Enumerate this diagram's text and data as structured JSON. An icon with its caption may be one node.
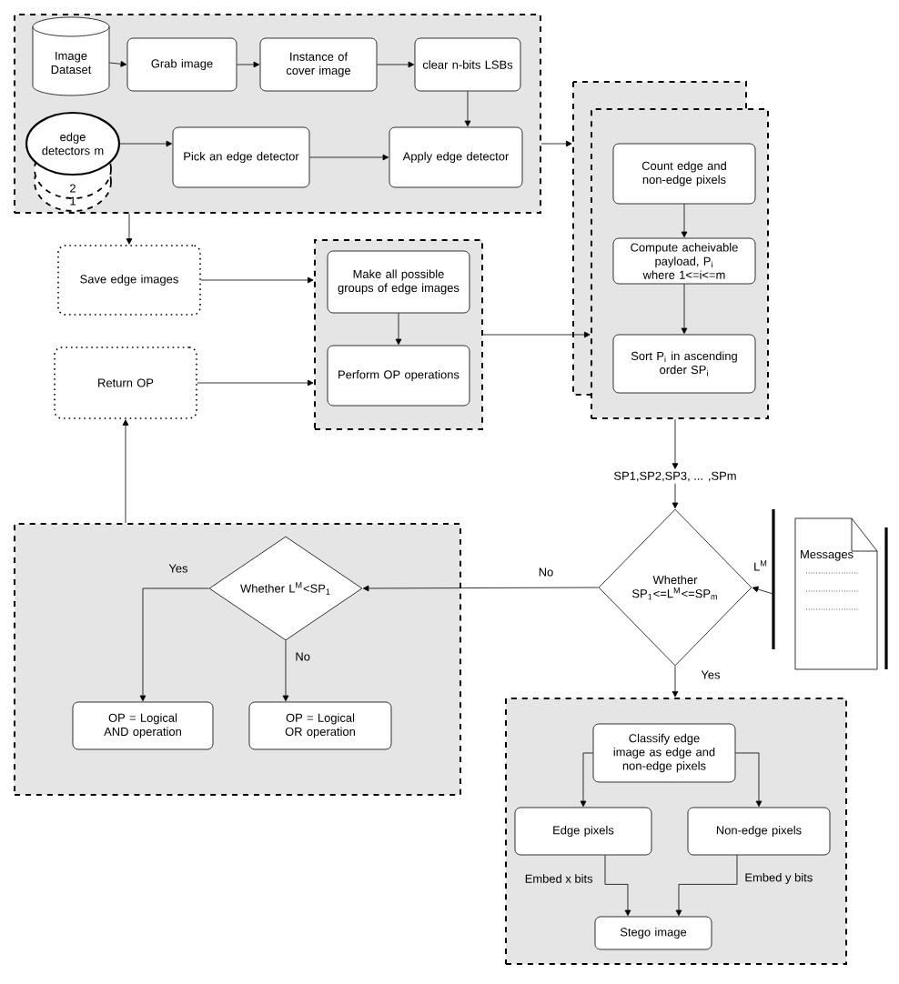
{
  "diagram": {
    "nodes": [
      {
        "text": [],
        "shape": "box"
      },
      {
        "text": [
          "Image Dataset"
        ],
        "in": 0
      },
      {
        "text": [
          "Grab image"
        ],
        "in": 0
      },
      {
        "text": [
          "Instance of cover image"
        ],
        "in": 0
      },
      {
        "text": [
          "clear n-bits LSBs"
        ],
        "in": 0
      },
      {
        "text": [
          "edge detectors m"
        ],
        "in": 0,
        "beside": [
          "2",
          "1"
        ]
      },
      {
        "text": [
          "Pick an edge detector"
        ],
        "in": 0
      },
      {
        "text": [
          "Apply edge detector"
        ],
        "in": 0
      },
      {
        "text": [
          "Save edge images"
        ]
      },
      {
        "text": [
          "Return OP"
        ]
      },
      {
        "text": [],
        "shape": "box"
      },
      {
        "text": [
          "Make all possible groups of edge images"
        ],
        "in": 10
      },
      {
        "text": [
          "Perform  OP operations"
        ],
        "in": 10
      },
      {
        "text": [],
        "shape": "box"
      },
      {
        "text": [
          "Count edge and non-edge pixels"
        ],
        "in": 13
      },
      {
        "text": [
          "Compute acheivable payload, P$_{i}$ where 1<=i<=m"
        ],
        "in": 13
      },
      {
        "text": [
          "Sort P$_{i}$ in ascending order SP$_{i}$"
        ],
        "in": 13
      },
      {
        "text": [
          "SP1,SP2,SP3, ... ,SPm"
        ]
      },
      {
        "text": [
          "Whether SP$_{1}$<=L$^{M}$<=SP$_{m}$"
        ]
      },
      {
        "text": [
          "Messages"
        ]
      },
      {
        "text": [],
        "shape": "box"
      },
      {
        "text": [
          "Whether L$^{M}$<SP$_{1}$"
        ],
        "in": 20
      },
      {
        "text": [
          "OP = Logical AND operation"
        ],
        "in": 20
      },
      {
        "text": [
          "OP = Logical OR operation"
        ],
        "in": 20
      },
      {
        "text": [],
        "shape": "box"
      },
      {
        "text": [
          "Classify edge image as edge and non-edge pixels"
        ],
        "in": 24
      },
      {
        "text": [
          "Edge pixels"
        ],
        "in": 24
      },
      {
        "text": [
          "Non-edge pixels"
        ],
        "in": 24
      },
      {
        "text": [
          "Stego image"
        ],
        "in": 24
      }
    ],
    "edges": [
      {
        "from": 1,
        "to": 2,
        "arrow": "to"
      },
      {
        "from": 2,
        "to": 3,
        "arrow": "to"
      },
      {
        "from": 3,
        "to": 4,
        "arrow": "to"
      },
      {
        "from": 4,
        "to": 7,
        "arrow": "to"
      },
      {
        "from": 5,
        "to": 6,
        "arrow": "to"
      },
      {
        "from": 6,
        "to": 7,
        "arrow": "to"
      },
      {
        "from": 0,
        "to": 8,
        "arrow": "to"
      },
      {
        "from": 0,
        "to": 13,
        "arrow": "to"
      },
      {
        "from": 8,
        "to": 10,
        "arrow": "to"
      },
      {
        "from": 9,
        "to": 10,
        "arrow": "to"
      },
      {
        "from": 11,
        "to": 12,
        "arrow": "to"
      },
      {
        "from": 10,
        "to": 13,
        "arrow": "to"
      },
      {
        "from": 14,
        "to": 15,
        "arrow": "to"
      },
      {
        "from": 15,
        "to": 16,
        "arrow": "to"
      },
      {
        "from": 13,
        "to": 17,
        "arrow": "to"
      },
      {
        "from": 17,
        "to": 18,
        "arrow": "to"
      },
      {
        "from": 19,
        "to": 18,
        "arrow": "to",
        "label": "L$^{M}$"
      },
      {
        "from": 18,
        "to": 21,
        "arrow": "to",
        "label": "No"
      },
      {
        "from": 18,
        "to": 24,
        "arrow": "to",
        "label": "Yes"
      },
      {
        "from": 21,
        "to": 22,
        "arrow": "to",
        "label": "Yes"
      },
      {
        "from": 21,
        "to": 23,
        "arrow": "to",
        "label": "No"
      },
      {
        "from": 20,
        "to": 9,
        "arrow": "to"
      },
      {
        "from": 25,
        "to": 26,
        "arrow": "to"
      },
      {
        "from": 25,
        "to": 27,
        "arrow": "to"
      },
      {
        "from": 26,
        "to": 28,
        "arrow": "to",
        "label": "Embed x bits"
      },
      {
        "from": 27,
        "to": 28,
        "arrow": "to",
        "label": "Embed y bits"
      }
    ]
  }
}
